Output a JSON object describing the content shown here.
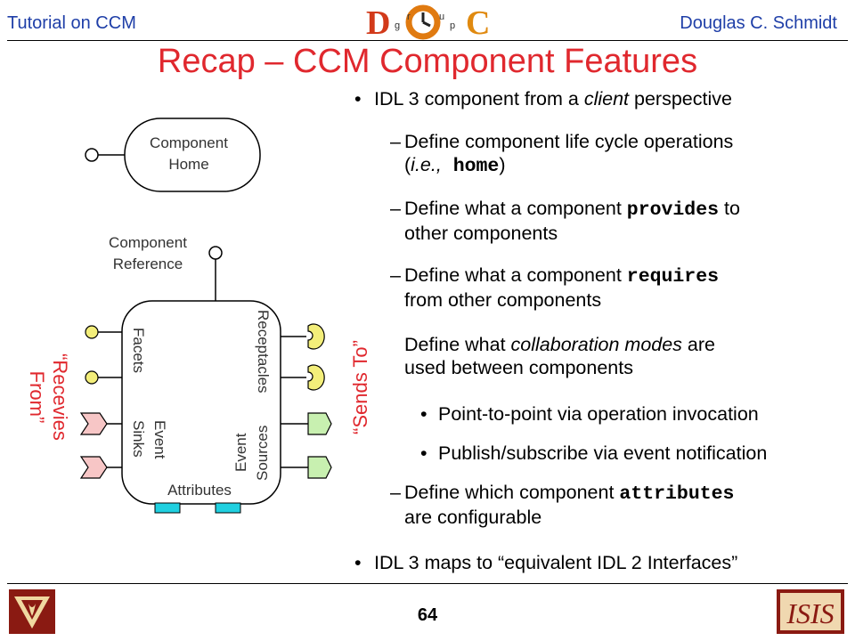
{
  "header": {
    "left": "Tutorial on CCM",
    "right": "Douglas C. Schmidt"
  },
  "logo": {
    "letters": [
      "g",
      "r",
      "o",
      "u",
      "p"
    ]
  },
  "title": "Recap – CCM Component Features",
  "diagram": {
    "home_label": [
      "Component",
      "Home"
    ],
    "reference_label": [
      "Component",
      "Reference"
    ],
    "facets": "Facets",
    "receptacles": "Receptacles",
    "event_sinks": [
      "Event",
      "Sinks"
    ],
    "event_sources": [
      "Event",
      "Sources"
    ],
    "attributes": "Attributes",
    "left_label": [
      "“Recevies",
      "From”"
    ],
    "right_label": "“Sends To”",
    "colors": {
      "facet": "#f3ee7a",
      "sink": "#f7c6c6",
      "source": "#c8f0b0",
      "attr": "#20d0e0"
    }
  },
  "bullets": {
    "b1": {
      "before": "IDL 3 component from a ",
      "em": "client",
      "after": " perspective"
    },
    "s1": {
      "line1": "Define component life cycle operations",
      "open": "(",
      "em": "i.e.,",
      "mono": " home",
      "close": ")"
    },
    "s2": {
      "text": "Define what a component ",
      "mono": "provides",
      "after": " to",
      "line2": "other components"
    },
    "s3": {
      "text": "Define what a component ",
      "mono": "requires",
      "line2": "from other components"
    },
    "s4": {
      "text": "Define what ",
      "em": "collaboration modes",
      "after": " are",
      "line2": "used between components"
    },
    "s4a": "Point-to-point via operation invocation",
    "s4b": "Publish/subscribe via event notification",
    "s5": {
      "text": "Define which component ",
      "mono": "attributes",
      "line2": "are configurable"
    },
    "b2": "IDL 3 maps to “equivalent IDL 2 Interfaces”"
  },
  "footer": {
    "page": "64"
  }
}
